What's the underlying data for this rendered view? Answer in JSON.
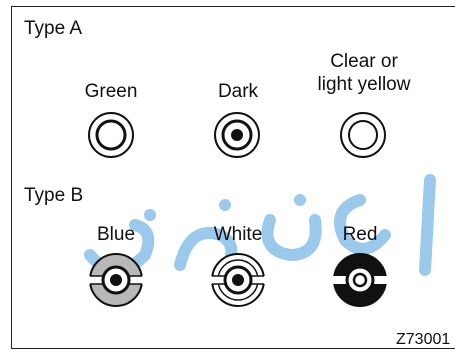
{
  "type_a": {
    "heading": "Type A",
    "items": [
      {
        "label": "Green",
        "icon": "double-ring-icon"
      },
      {
        "label": "Dark",
        "icon": "ring-with-dot-icon"
      },
      {
        "label_line1": "Clear or",
        "label_line2": "light yellow",
        "icon": "double-ring-icon"
      }
    ]
  },
  "type_b": {
    "heading": "Type B",
    "items": [
      {
        "label": "Blue",
        "icon": "gray-split-socket-icon",
        "fill": "#b8b8b8"
      },
      {
        "label": "White",
        "icon": "white-split-socket-icon",
        "fill": "#ffffff"
      },
      {
        "label": "Red",
        "icon": "black-split-socket-icon",
        "fill": "#111111"
      }
    ]
  },
  "figure_code": "Z73001",
  "colors": {
    "line": "#111111",
    "watermark": "#7ab8e6"
  }
}
